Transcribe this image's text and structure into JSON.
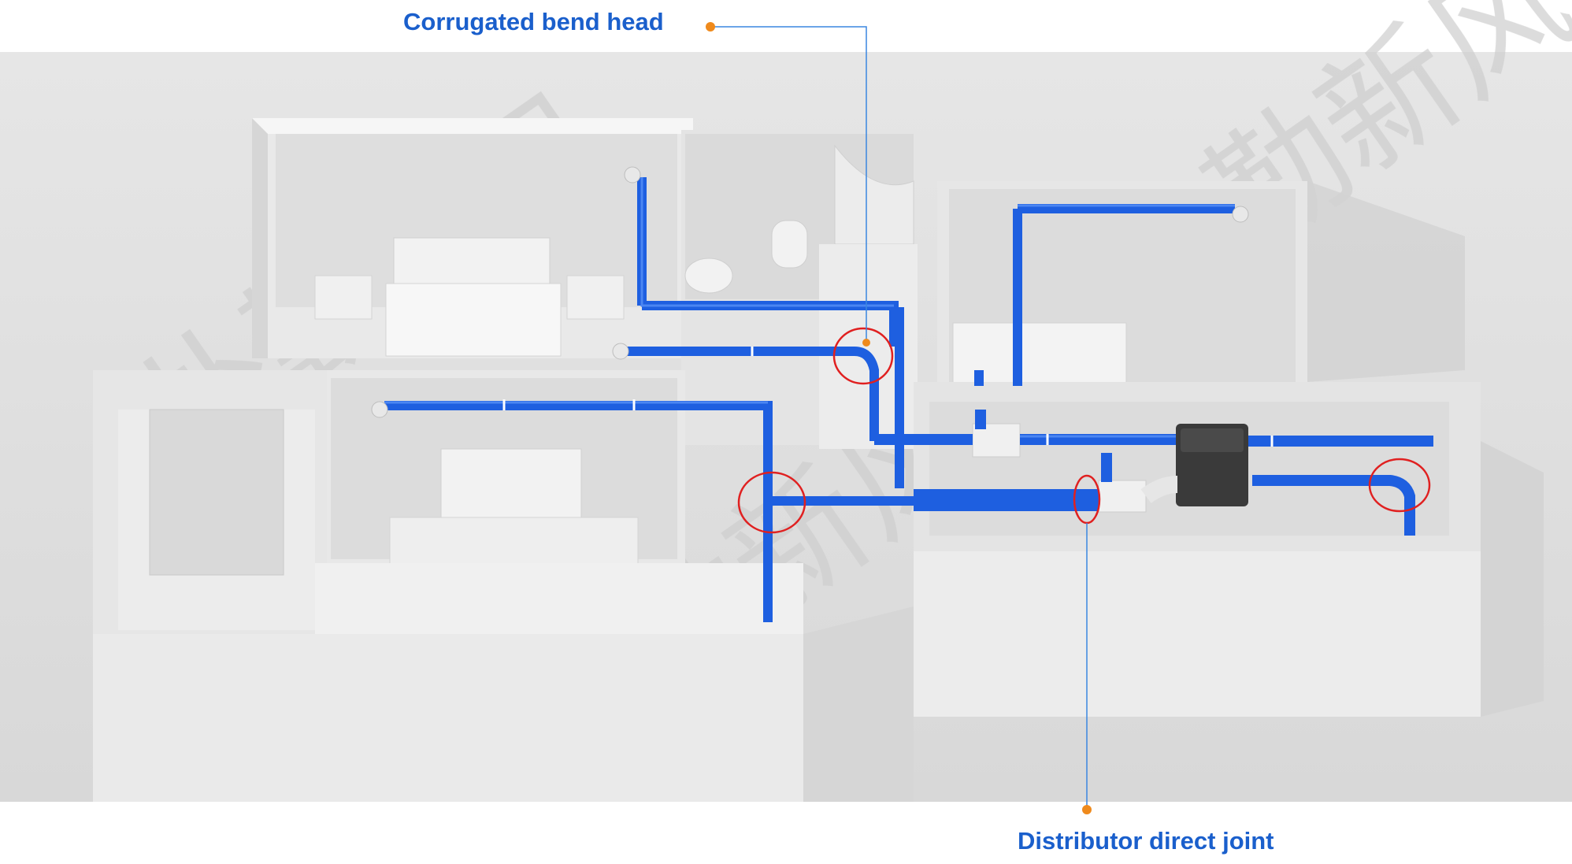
{
  "callouts": {
    "top_label": "Corrugated bend head",
    "bottom_label": "Distributor direct joint"
  },
  "colors": {
    "label_text": "#1a5fcc",
    "leader_line": "#3a86e0",
    "leader_dot": "#ef8a1c",
    "highlight_circle": "#e02020",
    "duct": "#1e5fe0",
    "duct_highlight": "#4b86f2",
    "floor": "#dcdcdc",
    "wall_top": "#f4f4f4",
    "wall_side": "#cfcfcf",
    "room_floor": "#e4e4e4",
    "ventilation_unit": "#3a3a3a"
  },
  "watermark": {
    "text": "朴勤新风"
  }
}
